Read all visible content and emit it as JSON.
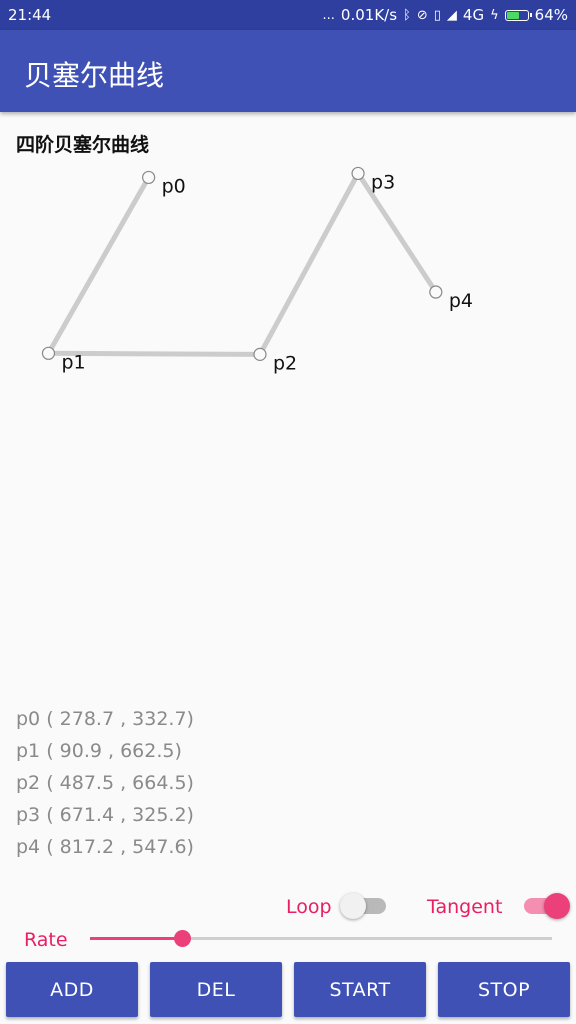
{
  "status_bar": {
    "time": "21:44",
    "dots": "...",
    "speed": "0.01K/s",
    "network": "4G",
    "battery": "64%",
    "battery_level": 0.64,
    "icons": [
      "bluetooth-icon",
      "alarm-off-icon",
      "vibrate-icon",
      "signal-icon",
      "charging-icon",
      "battery-icon"
    ]
  },
  "app_bar": {
    "title": "贝塞尔曲线"
  },
  "subtitle": "四阶贝塞尔曲线",
  "points": [
    {
      "label": "p0",
      "x": 278.7,
      "y": 332.7,
      "text": "p0 ( 278.7 , 332.7)"
    },
    {
      "label": "p1",
      "x": 90.9,
      "y": 662.5,
      "text": "p1 ( 90.9 , 662.5)"
    },
    {
      "label": "p2",
      "x": 487.5,
      "y": 664.5,
      "text": "p2 ( 487.5 , 664.5)"
    },
    {
      "label": "p3",
      "x": 671.4,
      "y": 325.2,
      "text": "p3 ( 671.4 , 325.2)"
    },
    {
      "label": "p4",
      "x": 817.2,
      "y": 547.6,
      "text": "p4 ( 817.2 , 547.6)"
    }
  ],
  "controls": {
    "loop_label": "Loop",
    "loop_on": false,
    "tangent_label": "Tangent",
    "tangent_on": true,
    "rate_label": "Rate",
    "rate_value": 0.2
  },
  "buttons": {
    "add": "ADD",
    "del": "DEL",
    "start": "START",
    "stop": "STOP"
  },
  "colors": {
    "primary": "#3f51b5",
    "status_bar": "#2e3f9f",
    "accent": "#ec407a",
    "polyline": "#cccccc"
  }
}
